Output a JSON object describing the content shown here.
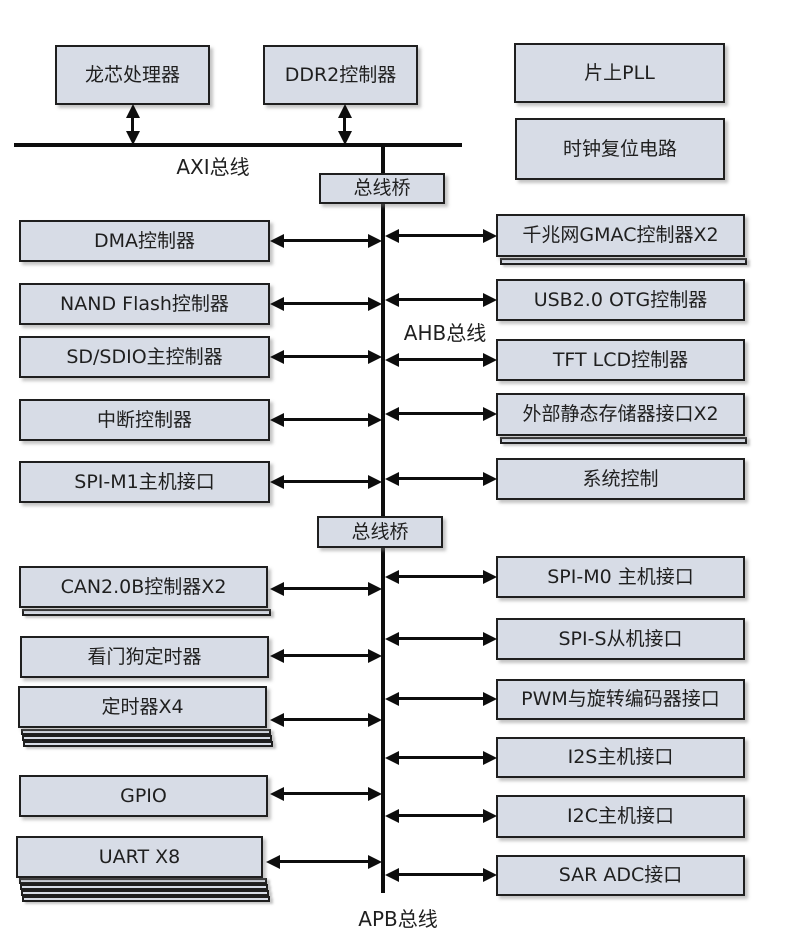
{
  "diagram": {
    "bus_labels": {
      "axi": "AXI总线",
      "ahb": "AHB总线",
      "apb": "APB总线"
    },
    "bridges": {
      "bridge1": "总线桥",
      "bridge2": "总线桥"
    },
    "top_nodes": {
      "loongson": "龙芯处理器",
      "ddr2": "DDR2控制器",
      "pll": "片上PLL",
      "clock_reset": "时钟复位电路"
    },
    "ahb_left": [
      "DMA控制器",
      "NAND Flash控制器",
      "SD/SDIO主控制器",
      "中断控制器",
      "SPI-M1主机接口"
    ],
    "ahb_right": [
      "千兆网GMAC控制器X2",
      "USB2.0 OTG控制器",
      "TFT LCD控制器",
      "外部静态存储器接口X2",
      "系统控制"
    ],
    "apb_left": [
      "CAN2.0B控制器X2",
      "看门狗定时器",
      "定时器X4",
      "GPIO",
      "UART X8"
    ],
    "apb_right": [
      "SPI-M0 主机接口",
      "SPI-S从机接口",
      "PWM与旋转编码器接口",
      "I2S主机接口",
      "I2C主机接口",
      "SAR ADC接口"
    ],
    "colors": {
      "box_fill": "#d7dce6",
      "box_border": "#1f1f1f",
      "line": "#0d0d0d",
      "text": "#1f1f1f"
    }
  }
}
